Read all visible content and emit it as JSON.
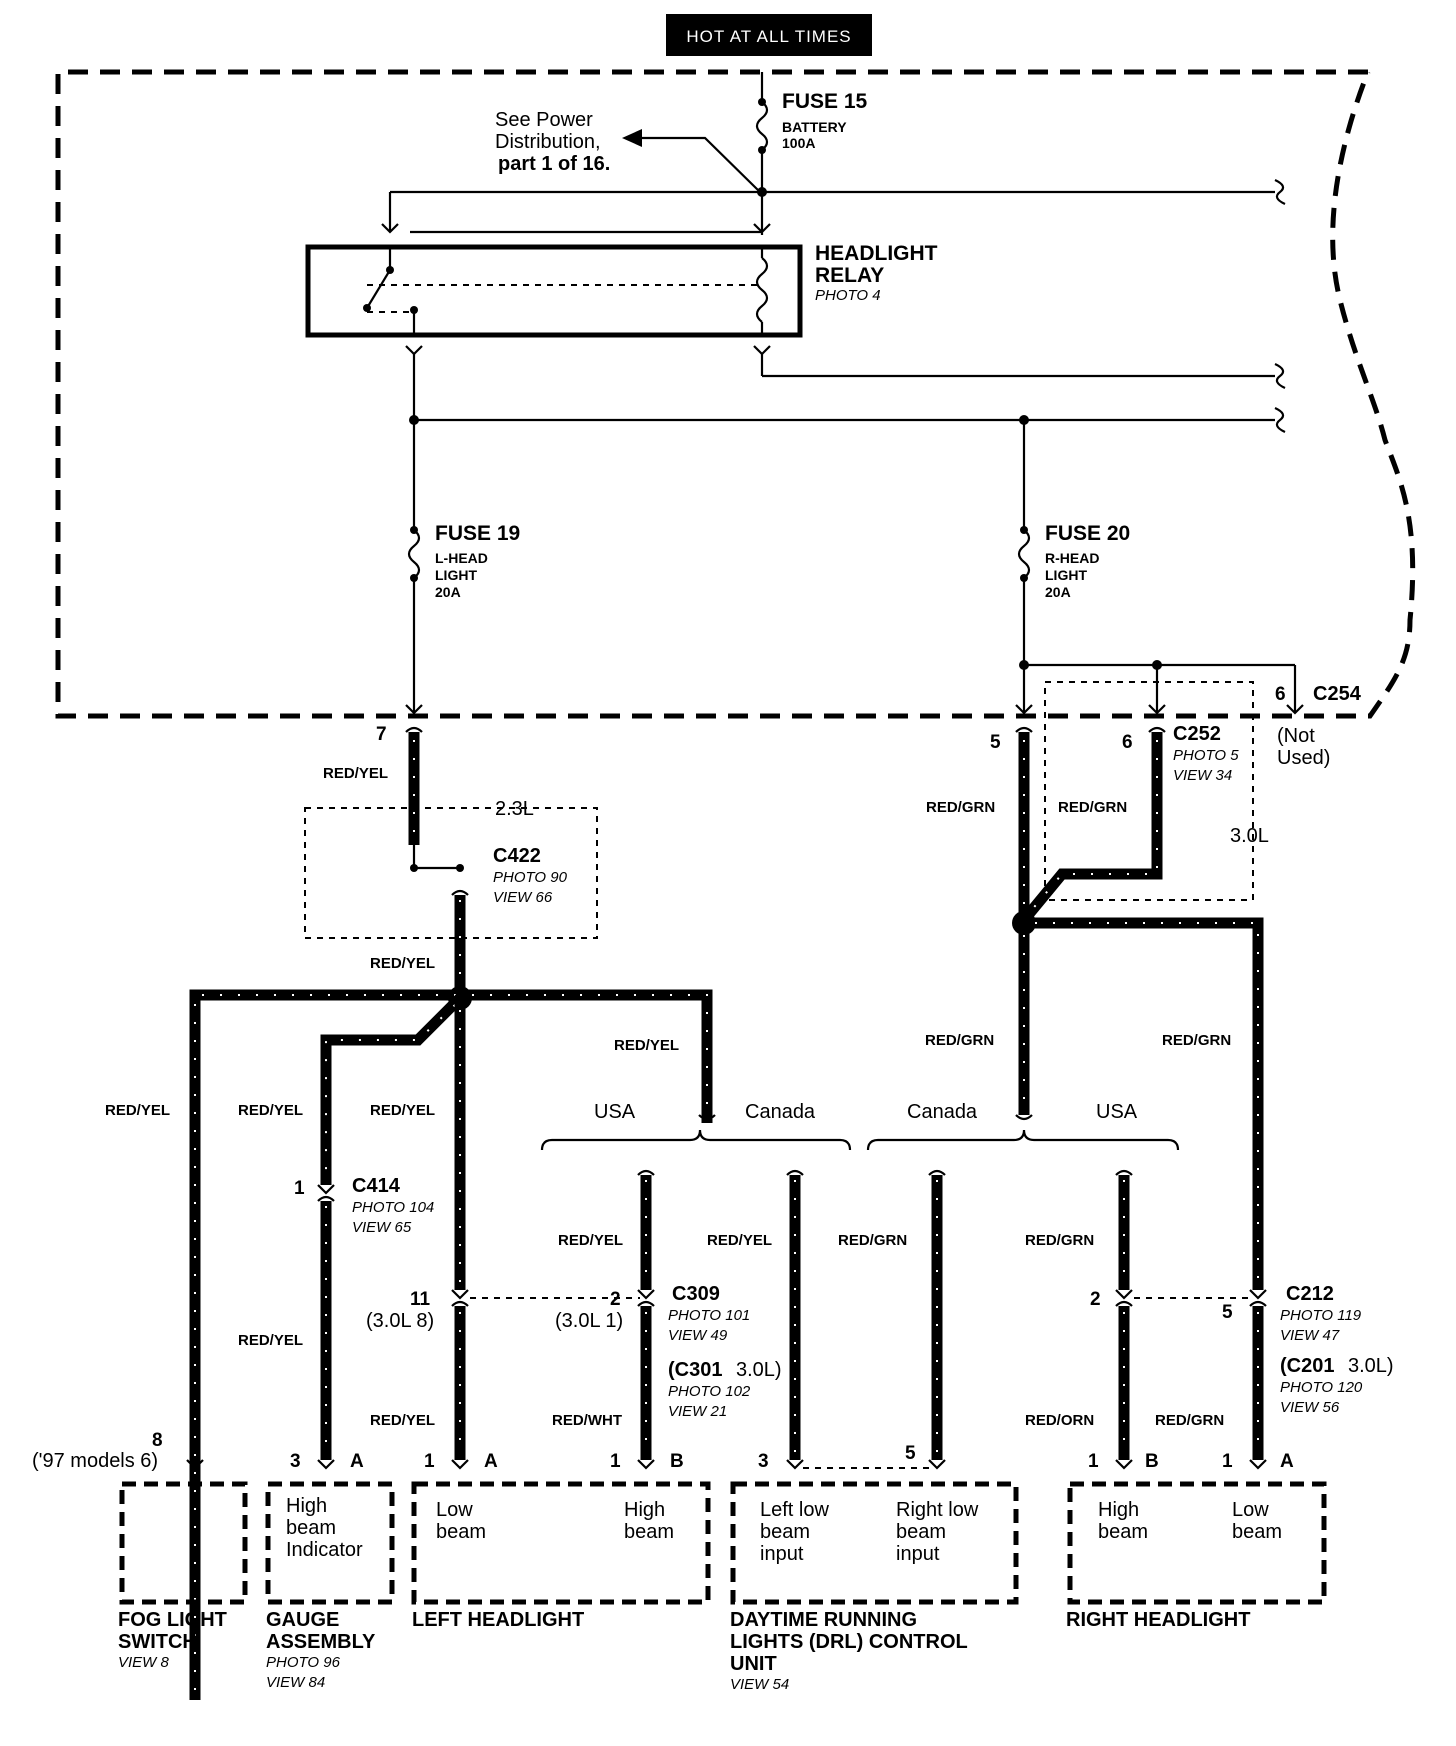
{
  "header": {
    "hot_label": "HOT AT ALL TIMES"
  },
  "fuses": {
    "fuse15": {
      "name": "FUSE 15",
      "line1": "BATTERY",
      "line2": "100A"
    },
    "fuse19": {
      "name": "FUSE 19",
      "line1": "L-HEAD",
      "line2": "LIGHT",
      "line3": "20A"
    },
    "fuse20": {
      "name": "FUSE 20",
      "line1": "R-HEAD",
      "line2": "LIGHT",
      "line3": "20A"
    }
  },
  "power_ref": {
    "line1": "See Power",
    "line2": "Distribution,",
    "line3": "part 1 of 16."
  },
  "relay": {
    "name1": "HEADLIGHT",
    "name2": "RELAY",
    "photo": "PHOTO 4"
  },
  "connectors": {
    "c254": {
      "name": "C254",
      "pin6": "6",
      "note1": "(Not",
      "note2": "Used)"
    },
    "c252": {
      "name": "C252",
      "photo": "PHOTO 5",
      "view": "VIEW 34",
      "pin5": "5",
      "pin6": "6"
    },
    "c422": {
      "name": "C422",
      "photo": "PHOTO 90",
      "view": "VIEW 66"
    },
    "c414": {
      "name": "C414",
      "photo": "PHOTO 104",
      "view": "VIEW 65",
      "pin": "1"
    },
    "c309": {
      "name": "C309",
      "photo": "PHOTO 101",
      "view": "VIEW 49",
      "pin11": "11",
      "pin11b": "(3.0L 8)",
      "pin2": "2",
      "pin2b": "(3.0L 1)"
    },
    "c301": {
      "name_a": "(C301",
      "name_b": "3.0L)",
      "photo": "PHOTO 102",
      "view": "VIEW 21"
    },
    "c212": {
      "name": "C212",
      "photo": "PHOTO 119",
      "view": "VIEW 47",
      "pin2": "2",
      "pin5": "5"
    },
    "c201": {
      "name_a": "(C201",
      "name_b": "3.0L)",
      "photo": "PHOTO 120",
      "view": "VIEW 56"
    },
    "pin7": "7"
  },
  "options": {
    "opt_23": "2.3L",
    "opt_30": "3.0L",
    "usa": "USA",
    "canada": "Canada"
  },
  "wire_colors": {
    "red_yel": "RED/YEL",
    "red_grn": "RED/GRN",
    "red_wht": "RED/WHT",
    "red_orn": "RED/ORN"
  },
  "components": {
    "fog": {
      "pin": "8",
      "pin_note": "('97 models 6)",
      "name1": "FOG LIGHT",
      "name2": "SWITCH",
      "view": "VIEW 8"
    },
    "gauge": {
      "pin": "3",
      "pin_letter": "A",
      "text1": "High",
      "text2": "beam",
      "text3": "Indicator",
      "name1": "GAUGE",
      "name2": "ASSEMBLY",
      "photo": "PHOTO 96",
      "view": "VIEW 84"
    },
    "left_hl": {
      "pin_low": "1",
      "letter_low": "A",
      "pin_high": "1",
      "letter_high": "B",
      "low1": "Low",
      "low2": "beam",
      "high1": "High",
      "high2": "beam",
      "name": "LEFT HEADLIGHT"
    },
    "drl": {
      "pin_left": "3",
      "pin_right": "5",
      "left1": "Left low",
      "left2": "beam",
      "left3": "input",
      "right1": "Right low",
      "right2": "beam",
      "right3": "input",
      "name1": "DAYTIME RUNNING",
      "name2": "LIGHTS (DRL) CONTROL",
      "name3": "UNIT",
      "view": "VIEW 54"
    },
    "right_hl": {
      "pin_high": "1",
      "letter_high": "B",
      "pin_low": "1",
      "letter_low": "A",
      "high1": "High",
      "high2": "beam",
      "low1": "Low",
      "low2": "beam",
      "name": "RIGHT HEADLIGHT"
    }
  }
}
